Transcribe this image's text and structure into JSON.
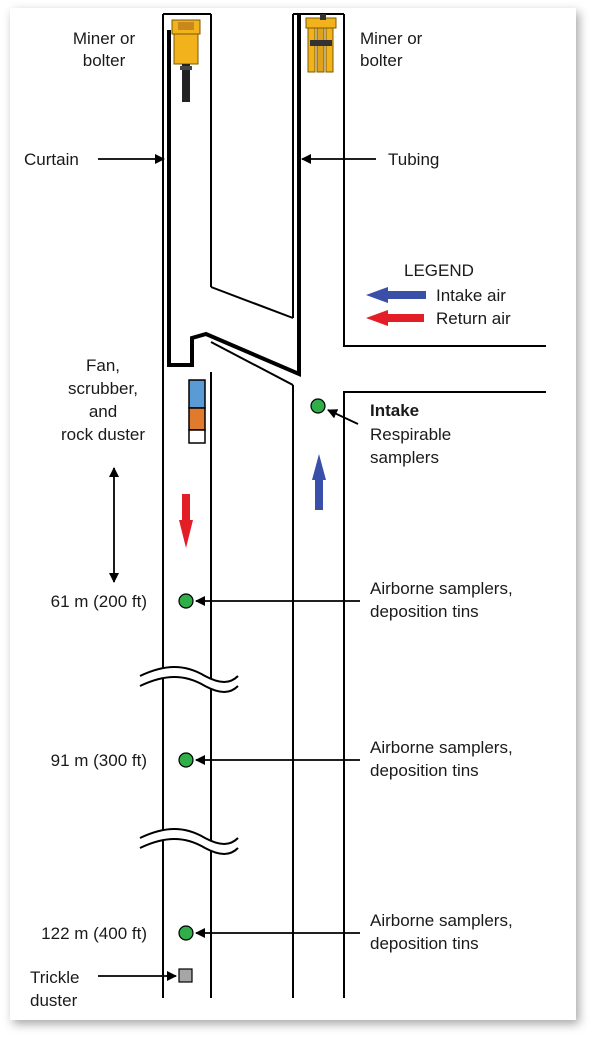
{
  "labels": {
    "miner_left": [
      "Miner or",
      "bolter"
    ],
    "miner_right": [
      "Miner or",
      "bolter"
    ],
    "curtain": "Curtain",
    "tubing": "Tubing",
    "fan": [
      "Fan,",
      "scrubber,",
      "and",
      "rock duster"
    ],
    "intake_title": "Intake",
    "intake_desc": [
      "Respirable",
      "samplers"
    ],
    "sampler_1": [
      "Airborne samplers,",
      "deposition tins"
    ],
    "sampler_2": [
      "Airborne samplers,",
      "deposition tins"
    ],
    "sampler_3": [
      "Airborne samplers,",
      "deposition tins"
    ],
    "dist_1": "61 m (200 ft)",
    "dist_2": "91 m (300 ft)",
    "dist_3": "122 m (400 ft)",
    "trickle": [
      "Trickle",
      "duster"
    ]
  },
  "legend": {
    "title": "LEGEND",
    "intake": "Intake air",
    "return": "Return air"
  },
  "colors": {
    "intake_arrow": "#3a4fa8",
    "return_arrow": "#e31e26",
    "sampler": "#2fae4a",
    "miner": "#f2b21c",
    "fan_blue": "#5b9bd5",
    "fan_orange": "#e07b2e",
    "trickle": "#a6a6a6"
  }
}
